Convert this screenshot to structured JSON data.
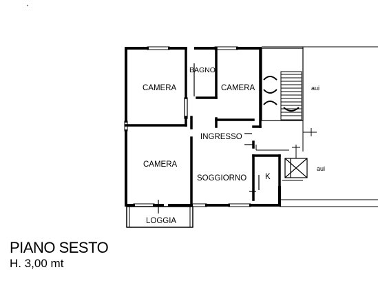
{
  "rooms": {
    "camera_top_left": "CAMERA",
    "bagno": "BAGNO",
    "camera_top_right": "CAMERA",
    "ingresso": "INGRESSO",
    "camera_bottom": "CAMERA",
    "soggiorno": "SOGGIORNO",
    "k": "K",
    "loggia": "LOGGIA"
  },
  "shaft_labels": {
    "upper": "aui",
    "lower": "aui"
  },
  "caption": {
    "title": "PIANO SESTO",
    "height": "H. 3,00 mt"
  },
  "colors": {
    "wall": "#000000",
    "thin_line": "#333333",
    "background": "#ffffff"
  }
}
